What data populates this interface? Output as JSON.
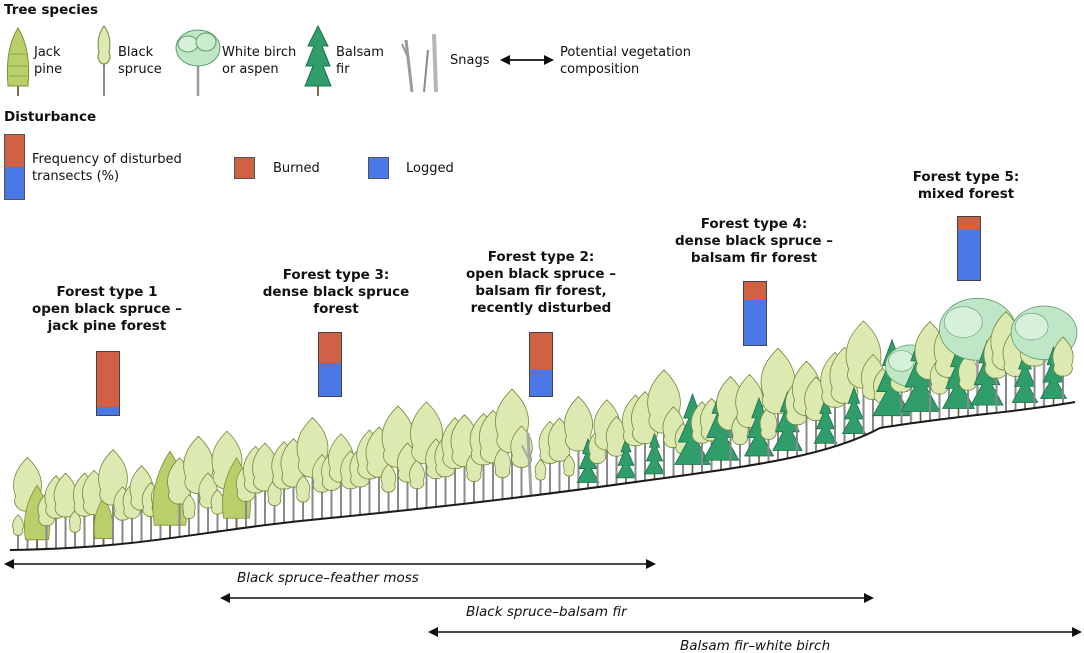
{
  "headings": {
    "tree_species": "Tree species",
    "disturbance": "Disturbance"
  },
  "species": [
    {
      "label": "Jack\npine",
      "icon": "jack-pine-icon"
    },
    {
      "label": "Black\nspruce",
      "icon": "black-spruce-icon"
    },
    {
      "label": "White birch\nor aspen",
      "icon": "white-birch-aspen-icon"
    },
    {
      "label": "Balsam\nfir",
      "icon": "balsam-fir-icon"
    },
    {
      "label": "Snags",
      "icon": "snags-icon"
    },
    {
      "label": "Potential vegetation\ncomposition",
      "icon": "double-arrow-icon"
    }
  ],
  "disturbance_legend": {
    "frequency": "Frequency of disturbed\ntransects (%)",
    "burned": "Burned",
    "logged": "Logged"
  },
  "colors": {
    "burned": "#d16145",
    "logged": "#4a78e6",
    "ground": "#1a1a1a",
    "spruce_crown": "#dce9b0",
    "fir": "#2f9e6a",
    "jack_pine": "#b9cf6a"
  },
  "forest_types": [
    {
      "title": "Forest type 1\nopen black spruce –\njack pine forest",
      "burned_pct": 88,
      "logged_pct": 12
    },
    {
      "title": "Forest type 3:\ndense black spruce\nforest",
      "burned_pct": 48,
      "logged_pct": 52
    },
    {
      "title": "Forest type 2:\nopen black spruce –\nbalsam fir forest,\nrecently disturbed",
      "burned_pct": 59,
      "logged_pct": 41
    },
    {
      "title": "Forest type 4:\ndense black spruce –\nbalsam fir forest",
      "burned_pct": 28,
      "logged_pct": 72
    },
    {
      "title": "Forest type 5:\nmixed forest",
      "burned_pct": 20,
      "logged_pct": 80
    }
  ],
  "vegetation_ranges": [
    {
      "label": "Black spruce–feather moss"
    },
    {
      "label": "Black spruce–balsam fir"
    },
    {
      "label": "Balsam fir–white birch"
    }
  ]
}
